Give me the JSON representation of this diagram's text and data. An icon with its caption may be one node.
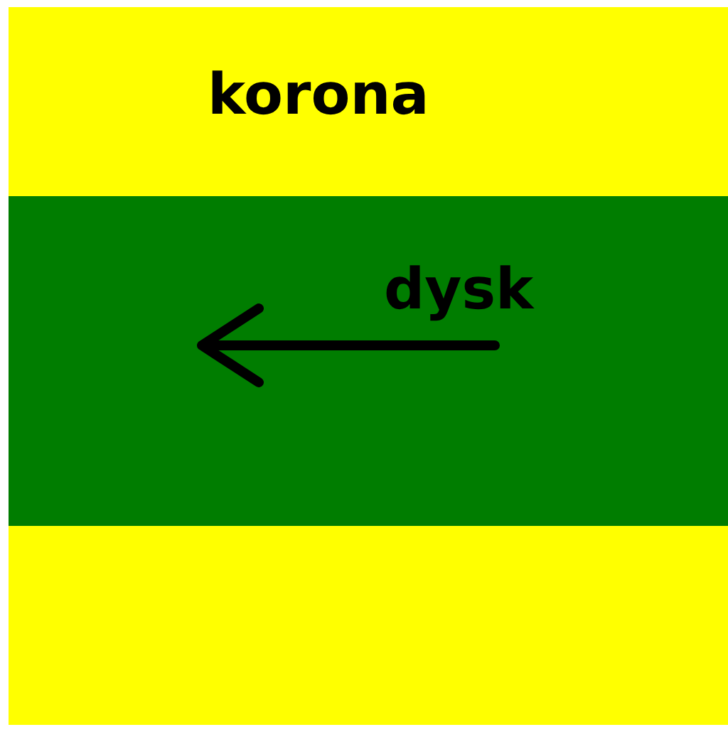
{
  "diagram": {
    "nodes": [
      {
        "text": [
          "korona"
        ]
      },
      {
        "text": [
          "dysk"
        ]
      },
      {
        "text": [],
        "shape": "bar"
      }
    ]
  }
}
